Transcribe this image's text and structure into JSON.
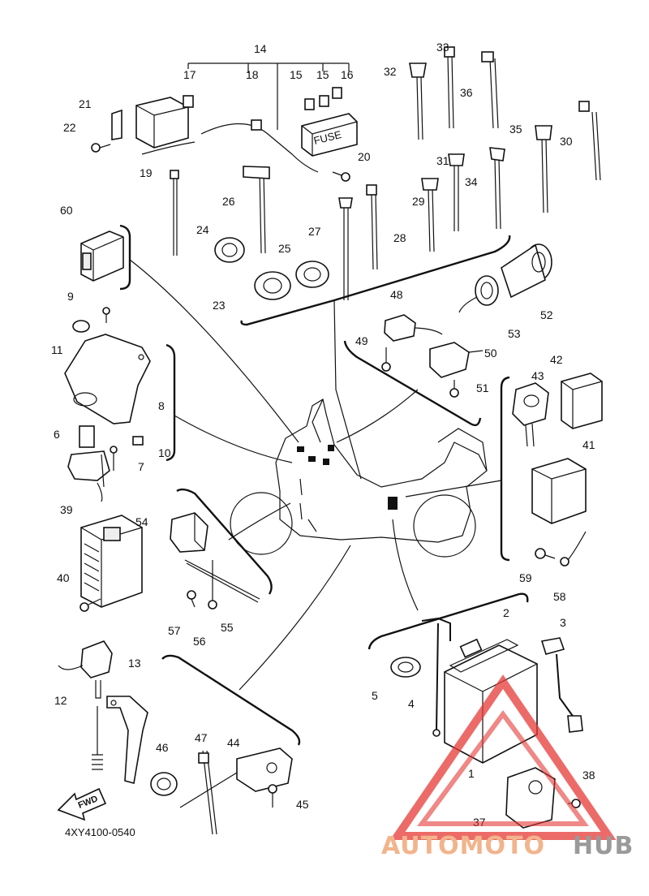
{
  "diagram_code": "4XY4100-0540",
  "fuse_label": "FUSE",
  "fwd_label": "FWD",
  "logo": {
    "text_a": "AUTOMOTO",
    "text_b": "HUB",
    "color_a": "#f2b48c",
    "color_b": "#9a9a9a",
    "triangle_color": "#e53935"
  },
  "callouts": [
    "1",
    "2",
    "3",
    "4",
    "5",
    "6",
    "7",
    "8",
    "9",
    "10",
    "11",
    "12",
    "13",
    "14",
    "15",
    "15",
    "16",
    "17",
    "18",
    "19",
    "20",
    "21",
    "22",
    "23",
    "24",
    "25",
    "26",
    "27",
    "28",
    "29",
    "30",
    "31",
    "32",
    "33",
    "34",
    "35",
    "36",
    "37",
    "38",
    "39",
    "40",
    "41",
    "42",
    "43",
    "44",
    "45",
    "46",
    "47",
    "48",
    "49",
    "50",
    "51",
    "52",
    "53",
    "54",
    "55",
    "56",
    "57",
    "58",
    "59",
    "60"
  ]
}
